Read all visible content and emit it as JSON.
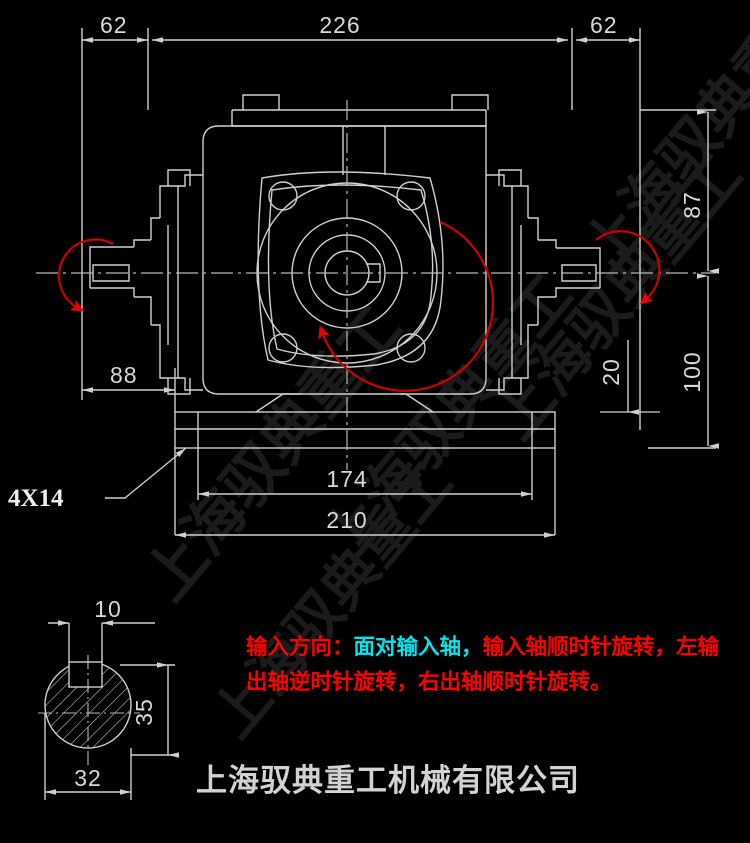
{
  "drawing": {
    "title": "bevel-gearbox-outline-drawing",
    "background_color": "#000000",
    "line_color": "#cfcfcf",
    "annotation_color": "#ff0000",
    "highlight_color": "#00e5ee",
    "watermark_color": "#1b1b1b"
  },
  "dimensions": {
    "top_left": "62",
    "top_center": "226",
    "top_right": "62",
    "right_upper": "87",
    "right_lower": "100",
    "right_small": "20",
    "left_lower": "88",
    "bottom_inner": "174",
    "bottom_outer": "210"
  },
  "callouts": {
    "mounting_holes": "4X14"
  },
  "shaft_detail": {
    "key_width": "10",
    "shaft_height": "35",
    "shaft_diameter": "32"
  },
  "notes": {
    "label": "输入方向：",
    "highlight": "面对输入轴，",
    "rest_line1": "输入轴顺时针旋转，左输",
    "line2": "出轴逆时针旋转，右出轴顺时针旋转。"
  },
  "company": {
    "name": "上海驭典重工机械有限公司"
  },
  "watermark": {
    "text": "上海驭典重工"
  }
}
